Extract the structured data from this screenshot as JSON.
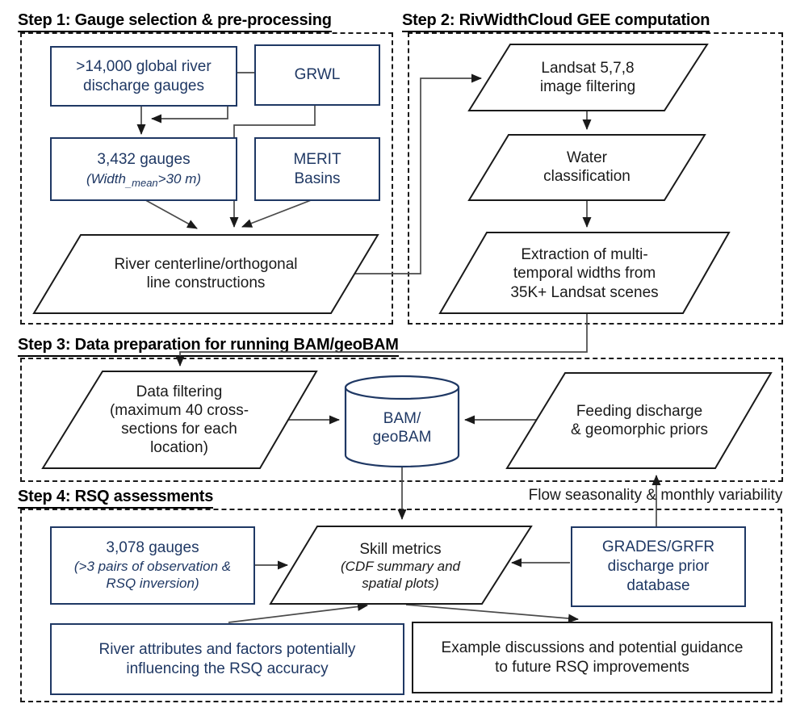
{
  "colors": {
    "navy": "#1f3864",
    "line_gray": "#4a4a4a",
    "black": "#1a1a1a"
  },
  "headings": {
    "step1": "Step 1: Gauge selection & pre-processing",
    "step2": "Step 2: RivWidthCloud GEE computation",
    "step3": "Step 3: Data preparation for running BAM/geoBAM",
    "step4": "Step 4: RSQ assessments"
  },
  "nodes": {
    "gauges14k": {
      "line1": ">14,000 global river",
      "line2": "discharge gauges"
    },
    "grwl": {
      "line1": "GRWL"
    },
    "gauges3432": {
      "line1": "3,432 gauges",
      "sub_pre": "(Width",
      "sub": "_mean",
      "sub_post": ">30 m)"
    },
    "merit": {
      "line1": "MERIT",
      "line2": "Basins"
    },
    "centerline": {
      "line1": "River centerline/orthogonal",
      "line2": "line constructions"
    },
    "landsat": {
      "line1": "Landsat 5,7,8",
      "line2": "image filtering"
    },
    "water": {
      "line1": "Water",
      "line2": "classification"
    },
    "extraction": {
      "line1": "Extraction of multi-",
      "line2": "temporal widths from",
      "line3": "35K+ Landsat scenes"
    },
    "datafilter": {
      "line1": "Data filtering",
      "line2": "(maximum 40 cross-",
      "line3": "sections for each",
      "line4": "location)"
    },
    "bam": {
      "line1": "BAM/",
      "line2": "geoBAM"
    },
    "feeding": {
      "line1": "Feeding discharge",
      "line2": "& geomorphic priors"
    },
    "flowlabel": {
      "text": "Flow seasonality & monthly variability"
    },
    "gauges3078": {
      "line1": "3,078 gauges",
      "line2": "(>3 pairs of observation &",
      "line3": "RSQ inversion)"
    },
    "skill": {
      "line1": "Skill metrics",
      "line2": "(CDF summary and",
      "line3": "spatial plots)"
    },
    "grades": {
      "line1": "GRADES/GRFR",
      "line2": "discharge prior",
      "line3": "database"
    },
    "riverattr": {
      "line1": "River attributes and factors potentially",
      "line2": "influencing the RSQ accuracy"
    },
    "example": {
      "line1": "Example discussions and potential guidance",
      "line2": "to future RSQ improvements"
    }
  }
}
